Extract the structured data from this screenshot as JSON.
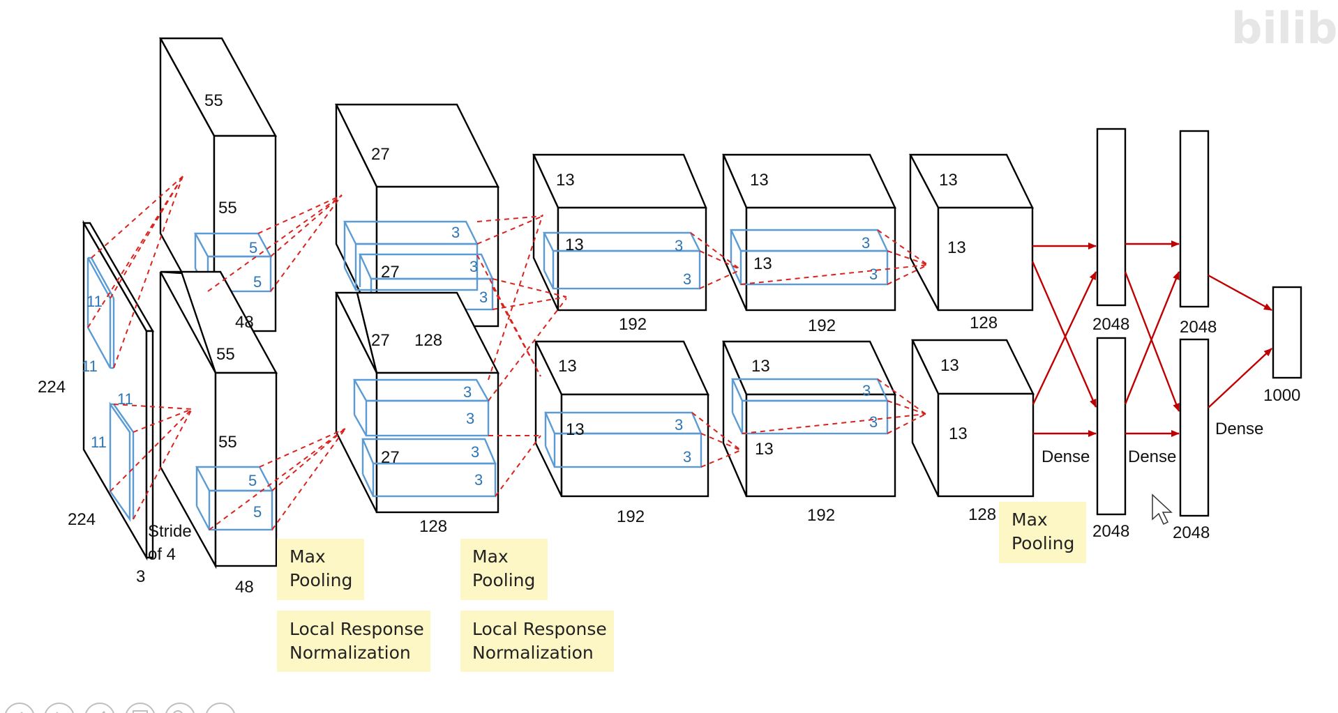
{
  "watermark": "bilibili",
  "input": {
    "height": "224",
    "width": "224",
    "depth": "3",
    "kernel_h": "11",
    "kernel_w": "11",
    "kernel2_h": "11",
    "kernel2_w": "11",
    "stride": [
      "Stride",
      "of 4"
    ]
  },
  "conv1": {
    "top": {
      "h": "55",
      "w": "55",
      "d": "48",
      "k1": "5",
      "k2": "5"
    },
    "bottom": {
      "h": "55",
      "w": "55",
      "d": "48",
      "k1": "5",
      "k2": "5"
    }
  },
  "conv2": {
    "top": {
      "h": "27",
      "w": "27",
      "w2": "27",
      "d": "128",
      "k1": "3",
      "k2": "3",
      "k3": "3"
    },
    "bottom": {
      "w": "27",
      "d": "128",
      "k1": "3",
      "k2": "3",
      "k3": "3",
      "k4": "3"
    }
  },
  "conv3": {
    "top": {
      "h": "13",
      "w": "13",
      "d": "192",
      "k1": "3",
      "k2": "3"
    },
    "bottom": {
      "h": "13",
      "w": "13",
      "d": "192",
      "k1": "3",
      "k2": "3"
    }
  },
  "conv4": {
    "top": {
      "h": "13",
      "w": "13",
      "d": "192",
      "k1": "3",
      "k2": "3"
    },
    "bottom": {
      "h": "13",
      "w": "13",
      "d": "192",
      "k1": "3",
      "k2": "3"
    }
  },
  "conv5": {
    "top": {
      "h": "13",
      "w": "13",
      "d": "128"
    },
    "bottom": {
      "h": "13",
      "w": "13",
      "d": "128"
    }
  },
  "dense": {
    "fc6_top": "2048",
    "fc6_bottom": "2048",
    "fc7_top": "2048",
    "fc7_bottom": "2048",
    "out": "1000",
    "label1": "Dense",
    "label2": "Dense",
    "label3": "Dense"
  },
  "notes": {
    "pool1": [
      "Max",
      "Pooling"
    ],
    "lrn1": [
      "Local Response",
      "Normalization"
    ],
    "pool2": [
      "Max",
      "Pooling"
    ],
    "lrn2": [
      "Local Response",
      "Normalization"
    ],
    "pool5": [
      "Max",
      "Pooling"
    ]
  },
  "colors": {
    "solid": "#000000",
    "kernel": "#5b9bd5",
    "dashed": "#d9231d",
    "arrow": "#c00000",
    "note_bg": "#fdf6c5"
  },
  "controls": [
    "prev-icon",
    "next-icon",
    "pen-icon",
    "slides-icon",
    "zoom-icon",
    "more-icon"
  ]
}
